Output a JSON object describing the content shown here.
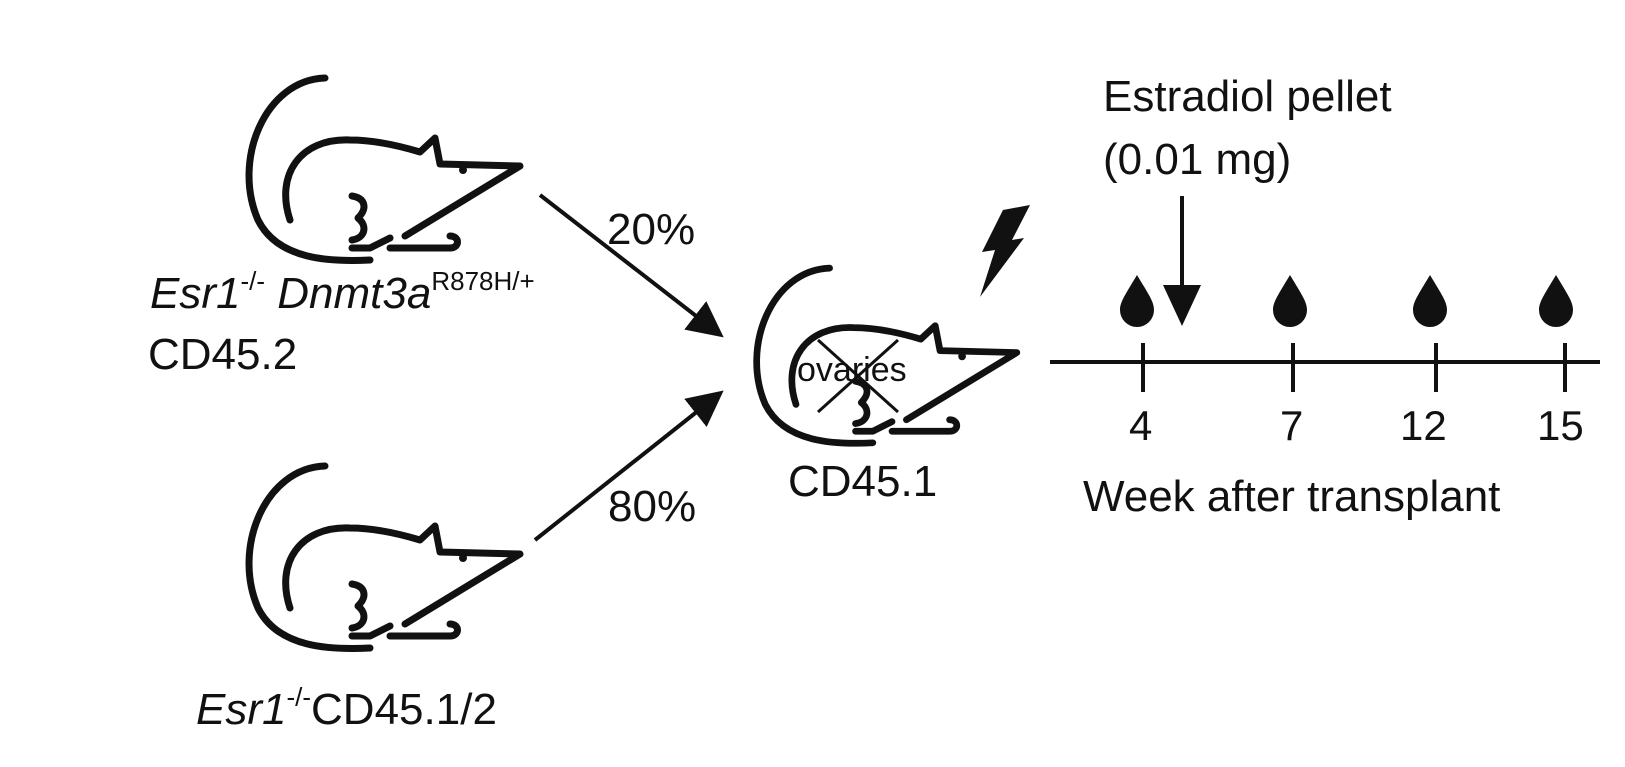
{
  "donor_top": {
    "gene1": "Esr1",
    "gene1_sup": "-/-",
    "gene2": "Dnmt3a",
    "gene2_sup": "R878H/+",
    "marker": "CD45.2",
    "percent": "20%"
  },
  "donor_bottom": {
    "gene1": "Esr1",
    "gene1_sup": "-/-",
    "marker": "CD45.1/2",
    "percent": "80%"
  },
  "recipient": {
    "organ_label": "ovaries",
    "marker": "CD45.1"
  },
  "treatment": {
    "label_line1": "Estradiol pellet",
    "label_line2": "(0.01 mg)"
  },
  "timeline": {
    "ticks": [
      "4",
      "7",
      "12",
      "15"
    ],
    "axis_label": "Week after transplant"
  }
}
